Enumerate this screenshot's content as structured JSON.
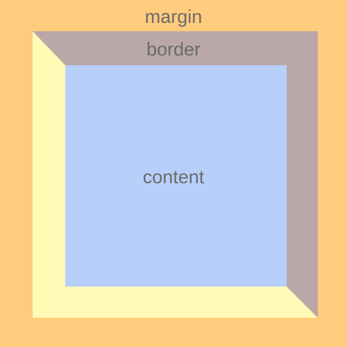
{
  "labels": {
    "margin": "margin",
    "border": "border",
    "content": "content"
  },
  "colors": {
    "margin": "#FFCB7D",
    "border_top_right": "#BAA8A8",
    "border_bottom_left": "#FFFAB5",
    "content": "#B8CFFA",
    "label_text": "#6B6B6B"
  }
}
